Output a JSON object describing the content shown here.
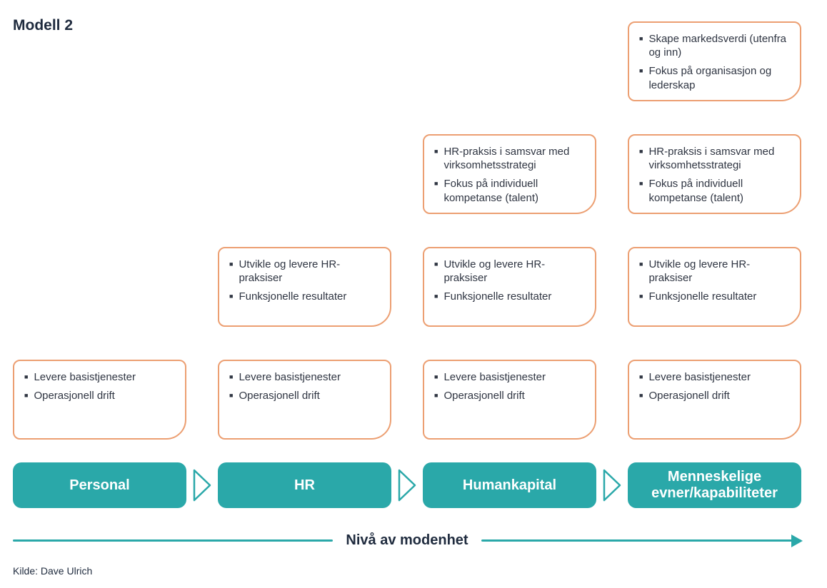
{
  "title": "Modell 2",
  "source": "Kilde: Dave Ulrich",
  "axis_label": "Nivå av modenhet",
  "colors": {
    "teal": "#2AA8A9",
    "orange_border": "#EC9F72",
    "heading_text": "#1F2B3E",
    "body_text": "#2F3542"
  },
  "stages": [
    {
      "label": "Personal"
    },
    {
      "label": "HR"
    },
    {
      "label": "Humankapital"
    },
    {
      "label": "Menneskelige evner/kapabiliteter"
    }
  ],
  "boxes": {
    "basis": {
      "items": [
        "Levere basistjenester",
        "Operasjonell drift"
      ]
    },
    "practice": {
      "items": [
        "Utvikle og levere HR-praksiser",
        "Funksjonelle resultater"
      ]
    },
    "strategy": {
      "items": [
        "HR-praksis i samsvar med virksomhetsstrategi",
        "Fokus på individuell kompetanse (talent)"
      ]
    },
    "market": {
      "items": [
        "Skape markedsverdi (utenfra og inn)",
        "Fokus på organisasjon og lederskap"
      ]
    }
  }
}
